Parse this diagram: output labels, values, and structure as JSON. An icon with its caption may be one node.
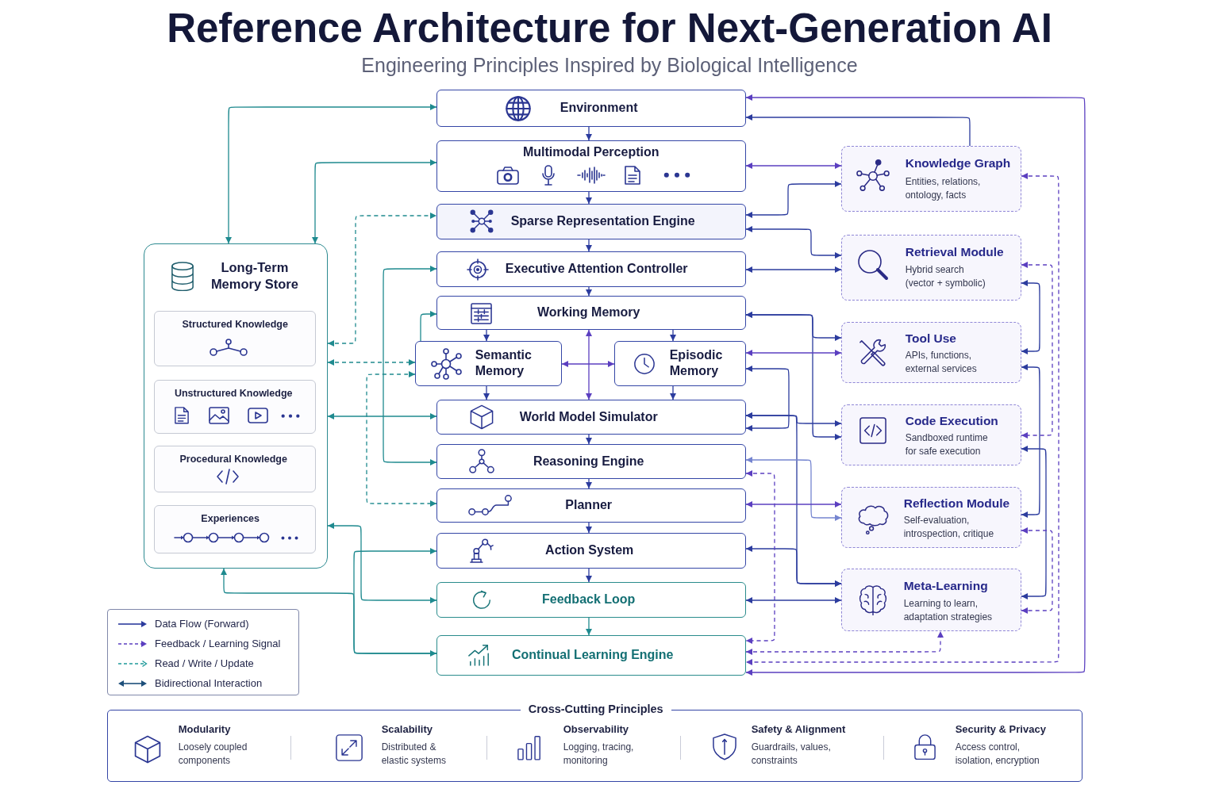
{
  "diagram": {
    "title": "Reference Architecture for Next-Generation AI",
    "nodes": [
      {
        "text": [
          "Environment"
        ]
      },
      {
        "text": [
          "Multimodal Perception"
        ]
      },
      {
        "text": [
          "Sparse Representation Engine"
        ]
      },
      {
        "text": [
          "Executive Attention Controller"
        ]
      },
      {
        "text": [
          "Working Memory"
        ]
      },
      {
        "text": [
          "Semantic Memory"
        ]
      },
      {
        "text": [
          "Episodic Memory"
        ]
      },
      {
        "text": [
          "World Model Simulator"
        ]
      },
      {
        "text": [
          "Reasoning Engine"
        ]
      },
      {
        "text": [
          "Planner"
        ]
      },
      {
        "text": [
          "Action System"
        ]
      },
      {
        "text": [
          "Feedback Loop"
        ]
      },
      {
        "text": [
          "Continual Learning Engine"
        ]
      },
      {
        "text": [
          "Long-Term Memory Store"
        ]
      },
      {
        "text": [
          "Structured Knowledge"
        ],
        "in": 13
      },
      {
        "text": [
          "Unstructured Knowledge"
        ],
        "in": 13
      },
      {
        "text": [
          "Procedural Knowledge"
        ],
        "in": 13
      },
      {
        "text": [
          "Experiences"
        ],
        "in": 13
      },
      {
        "text": [
          "Knowledge Graph",
          "Entities, relations, ontology, facts"
        ]
      },
      {
        "text": [
          "Retrieval Module",
          "Hybrid search (vector + symbolic)"
        ]
      },
      {
        "text": [
          "Tool Use",
          "APIs, functions, external services"
        ]
      },
      {
        "text": [
          "Code Execution",
          "Sandboxed runtime for safe execution"
        ]
      },
      {
        "text": [
          "Reflection Module",
          "Self-evaluation, introspection, critique"
        ]
      },
      {
        "text": [
          "Meta-Learning",
          "Learning to learn, adaptation strategies"
        ]
      },
      {
        "text": [
          "Cross-Cutting Principles",
          "Modularity",
          "Loosely coupled components",
          "Scalability",
          "Distributed & elastic systems",
          "Observability",
          "Logging, tracing, monitoring",
          "Safety & Alignment",
          "Guardrails, values, constraints",
          "Security & Privacy",
          "Access control, isolation, encryption"
        ]
      }
    ],
    "edges": [
      {
        "from": 0,
        "to": 1,
        "arrow": "to"
      },
      {
        "from": 1,
        "to": 2,
        "arrow": "to"
      },
      {
        "from": 2,
        "to": 3,
        "arrow": "to"
      },
      {
        "from": 3,
        "to": 4,
        "arrow": "to"
      },
      {
        "from": 4,
        "to": 5,
        "arrow": "to"
      },
      {
        "from": 4,
        "to": 6,
        "arrow": "to"
      },
      {
        "from": 5,
        "to": 7,
        "arrow": "to"
      },
      {
        "from": 6,
        "to": 7,
        "arrow": "to"
      },
      {
        "from": 7,
        "to": 8,
        "arrow": "to"
      },
      {
        "from": 8,
        "to": 9,
        "arrow": "to"
      },
      {
        "from": 9,
        "to": 10,
        "arrow": "to"
      },
      {
        "from": 10,
        "to": 11,
        "arrow": "to"
      },
      {
        "from": 11,
        "to": 12,
        "arrow": "to",
        "color": "#1f8a8f"
      },
      {
        "from": 4,
        "to": 7,
        "arrow": "both",
        "color": "#5b3fc0"
      },
      {
        "from": 5,
        "to": 6,
        "arrow": "both",
        "color": "#5b3fc0"
      },
      {
        "from": 13,
        "to": 0,
        "arrow": "both",
        "color": "#1f8a8f"
      },
      {
        "from": 13,
        "to": 1,
        "arrow": "both",
        "color": "#1f8a8f"
      },
      {
        "from": 13,
        "to": 2,
        "arrow": "both",
        "style": "dashed",
        "color": "#1f8a8f"
      },
      {
        "from": 3,
        "to": 8,
        "arrow": "both",
        "color": "#1f8a8f"
      },
      {
        "from": 5,
        "to": 4,
        "arrow": "to",
        "color": "#1f8a8f"
      },
      {
        "from": 13,
        "to": 5,
        "arrow": "both",
        "style": "dashed",
        "color": "#1f8a8f"
      },
      {
        "from": 5,
        "to": 9,
        "arrow": "both",
        "style": "dashed",
        "color": "#1f8a8f"
      },
      {
        "from": 13,
        "to": 7,
        "arrow": "both",
        "color": "#1f8a8f"
      },
      {
        "from": 13,
        "to": 11,
        "arrow": "both",
        "color": "#1f8a8f"
      },
      {
        "from": 10,
        "to": 12,
        "arrow": "both",
        "color": "#1f8a8f"
      },
      {
        "from": 12,
        "to": 13,
        "arrow": "to",
        "color": "#1f8a8f"
      },
      {
        "from": 1,
        "to": 18,
        "arrow": "both",
        "color": "#5b3fc0"
      },
      {
        "from": 2,
        "to": 18,
        "arrow": "both"
      },
      {
        "from": 2,
        "to": 19,
        "arrow": "both"
      },
      {
        "from": 3,
        "to": 19,
        "arrow": "both"
      },
      {
        "from": 4,
        "to": 20,
        "arrow": "both"
      },
      {
        "from": 4,
        "to": 21,
        "arrow": "both"
      },
      {
        "from": 6,
        "to": 20,
        "arrow": "both",
        "color": "#5b3fc0"
      },
      {
        "from": 6,
        "to": 7,
        "arrow": "both"
      },
      {
        "from": 7,
        "to": 21,
        "arrow": "both"
      },
      {
        "from": 7,
        "to": 23,
        "arrow": "both"
      },
      {
        "from": 10,
        "to": 23,
        "arrow": "both"
      },
      {
        "from": 8,
        "to": 22,
        "arrow": "both",
        "color": "#7585d0"
      },
      {
        "from": 8,
        "to": 12,
        "arrow": "both",
        "style": "dashed",
        "color": "#5b3fc0"
      },
      {
        "from": 9,
        "to": 22,
        "arrow": "both",
        "color": "#5b3fc0"
      },
      {
        "from": 11,
        "to": 23,
        "arrow": "both"
      },
      {
        "from": 12,
        "to": 23,
        "arrow": "both",
        "style": "dashed",
        "color": "#5b3fc0"
      },
      {
        "from": 12,
        "to": 0,
        "arrow": "both",
        "color": "#5b3fc0"
      },
      {
        "from": 18,
        "to": 0,
        "arrow": "to"
      },
      {
        "from": 18,
        "to": 12,
        "arrow": "both",
        "style": "dashed",
        "color": "#5b3fc0"
      },
      {
        "from": 19,
        "to": 20,
        "arrow": "both"
      },
      {
        "from": 20,
        "to": 22,
        "arrow": "both"
      },
      {
        "from": 21,
        "to": 23,
        "arrow": "both"
      },
      {
        "from": 22,
        "to": 23,
        "arrow": "both",
        "style": "dashed",
        "color": "#5b3fc0"
      },
      {
        "from": 19,
        "to": 21,
        "arrow": "both",
        "style": "dashed",
        "color": "#5b3fc0"
      }
    ],
    "labels": [
      "Engineering Principles Inspired by Biological Intelligence"
    ],
    "legend": [
      {
        "text": "Data Flow (Forward)"
      },
      {
        "text": "Feedback / Learning Signal"
      },
      {
        "text": "Read / Write / Update"
      },
      {
        "text": "Bidirectional Interaction"
      }
    ]
  }
}
